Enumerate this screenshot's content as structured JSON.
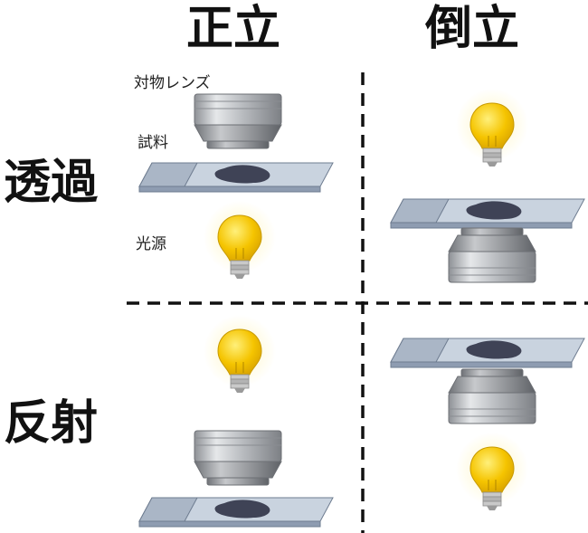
{
  "columns": {
    "upright": "正立",
    "inverted": "倒立"
  },
  "rows": {
    "transmitted": "透過",
    "reflected": "反射"
  },
  "parts": {
    "objective": "対物レンズ",
    "sample": "試料",
    "light_source": "光源"
  },
  "colors": {
    "bulb": "#f5c400",
    "bulb_glow": "#fff3b0",
    "slide": "#9aa9bd",
    "objective": "#b9bcc0",
    "divider": "#111111"
  }
}
